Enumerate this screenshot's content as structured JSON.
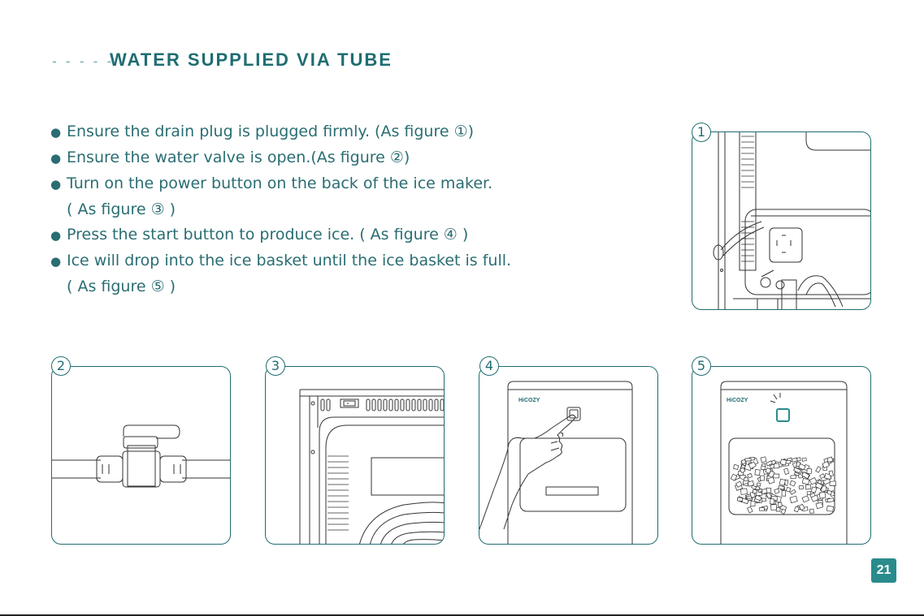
{
  "header": {
    "title": "WATER SUPPLIED VIA TUBE",
    "dash": "- - - - -"
  },
  "instructions": [
    {
      "bullet": "●",
      "text": "Ensure the drain plug is plugged firmly. (As figure ①)"
    },
    {
      "bullet": "●",
      "text": "Ensure the water valve is open.(As figure ②)"
    },
    {
      "bullet": "●",
      "text": "Turn on the power button on the back of the ice maker."
    },
    {
      "bullet": "",
      "text": "( As figure ③ )"
    },
    {
      "bullet": "●",
      "text": "Press the start button to produce ice. ( As figure ④ )"
    },
    {
      "bullet": "●",
      "text": "Ice will drop into the ice basket until the ice basket is full."
    },
    {
      "bullet": "",
      "text": "( As figure ⑤ )"
    }
  ],
  "figures": {
    "f1": {
      "number": "1"
    },
    "f2": {
      "number": "2"
    },
    "f3": {
      "number": "3"
    },
    "f4": {
      "number": "4",
      "brand": "HiCOZY"
    },
    "f5": {
      "number": "5",
      "brand": "HiCOZY"
    }
  },
  "page_number": "21",
  "colors": {
    "accent": "#1f6d72",
    "badge": "#2a8b8c"
  }
}
